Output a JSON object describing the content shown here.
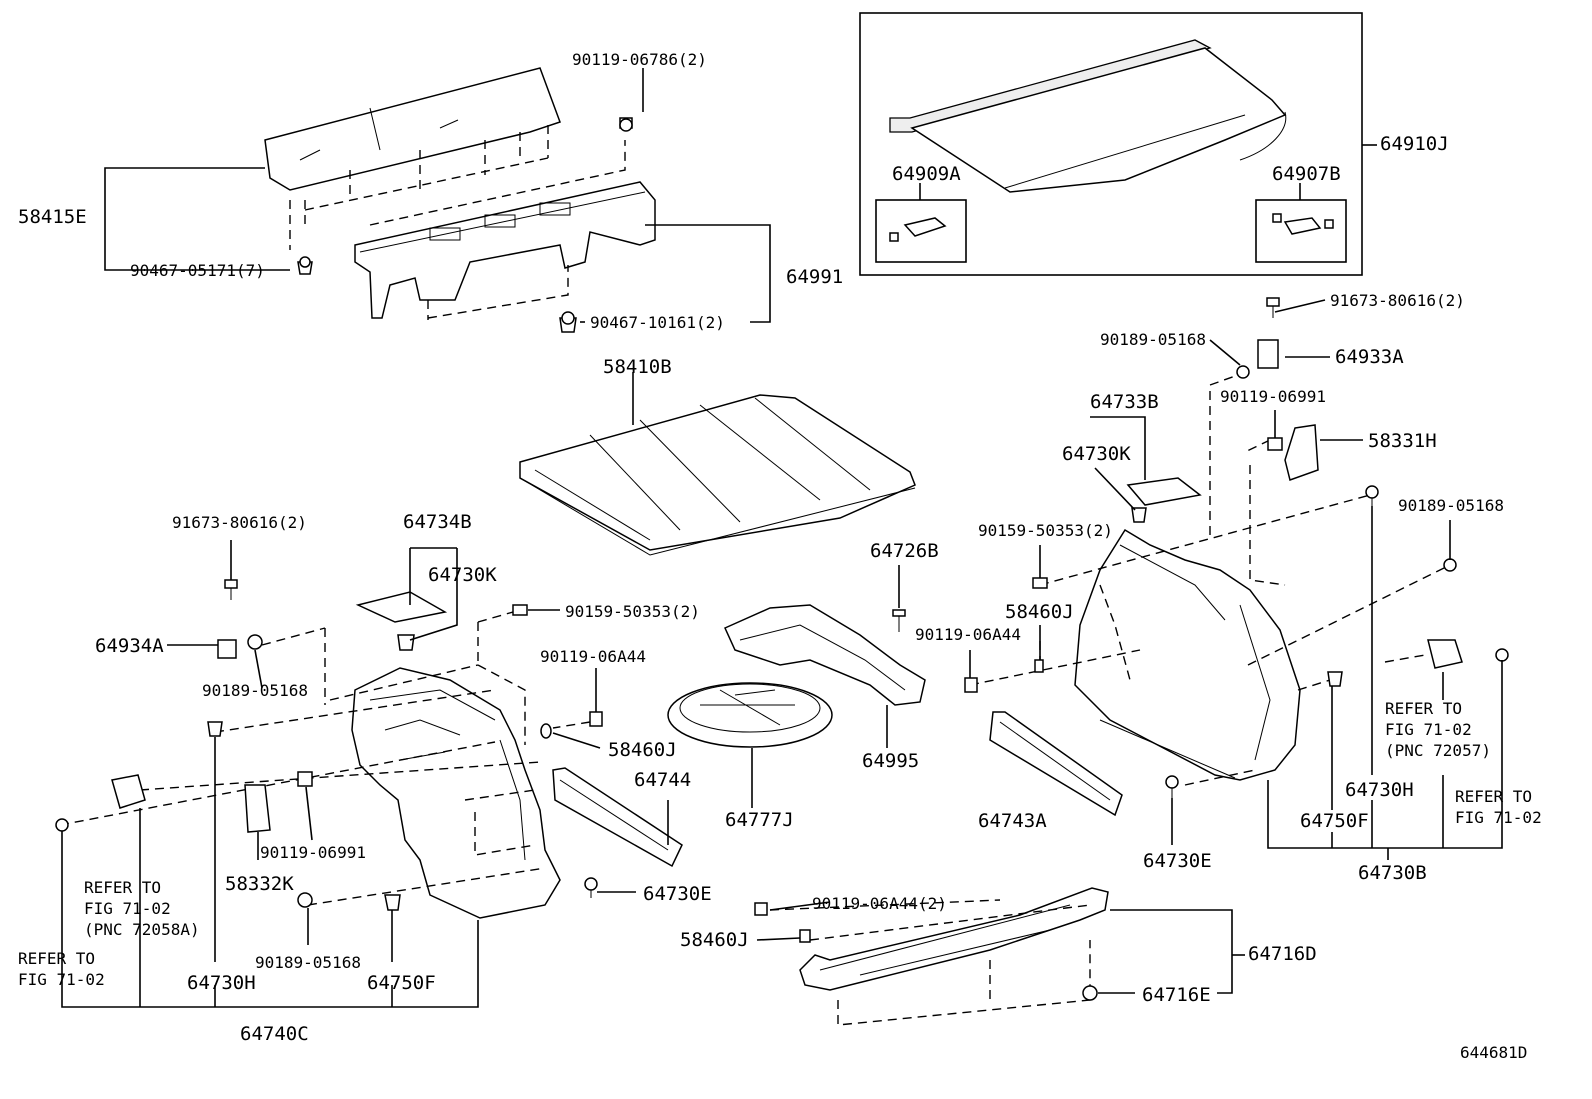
{
  "diagram_id": "644681D",
  "labels": {
    "p58415E": "58415E",
    "p90119_06786_2": "90119-06786(2)",
    "p90467_05171_7": "90467-05171(7)",
    "p64991": "64991",
    "p90467_10161_2": "90467-10161(2)",
    "p58410B": "58410B",
    "p64910J": "64910J",
    "p64909A": "64909A",
    "p64907B": "64907B",
    "p91673_80616_2_r": "91673-80616(2)",
    "p90189_05168_r1": "90189-05168",
    "p64933A": "64933A",
    "p90119_06991_r": "90119-06991",
    "p64733B": "64733B",
    "p64730K_r": "64730K",
    "p58331H": "58331H",
    "p90189_05168_r2": "90189-05168",
    "p90159_50353_2_r": "90159-50353(2)",
    "p58460J_r": "58460J",
    "p90119_06A44_r": "90119-06A44",
    "p64726B": "64726B",
    "p64995": "64995",
    "p64777J": "64777J",
    "p91673_80616_2_l": "91673-80616(2)",
    "p64734B": "64734B",
    "p64730K_l": "64730K",
    "p90159_50353_2_l": "90159-50353(2)",
    "p64934A": "64934A",
    "p90119_06A44_l": "90119-06A44",
    "p90189_05168_l1": "90189-05168",
    "p58460J_l": "58460J",
    "p64744": "64744",
    "p90119_06991_l": "90119-06991",
    "p58332K": "58332K",
    "p64730E_l": "64730E",
    "p90189_05168_l2": "90189-05168",
    "p64730H_l": "64730H",
    "p64750F_l": "64750F",
    "p64740C": "64740C",
    "p64743A": "64743A",
    "p64730E_r": "64730E",
    "p64750F_r": "64750F",
    "p64730H_r": "64730H",
    "p64730B": "64730B",
    "p90119_06A44_2": "90119-06A44(2)",
    "p58460J_b": "58460J",
    "p64716D": "64716D",
    "p64716E": "64716E"
  },
  "refs": {
    "refer_to": "REFER TO",
    "fig_71_02": "FIG 71-02",
    "pnc_72057": "(PNC 72057)",
    "pnc_72058A": "(PNC 72058A)"
  }
}
